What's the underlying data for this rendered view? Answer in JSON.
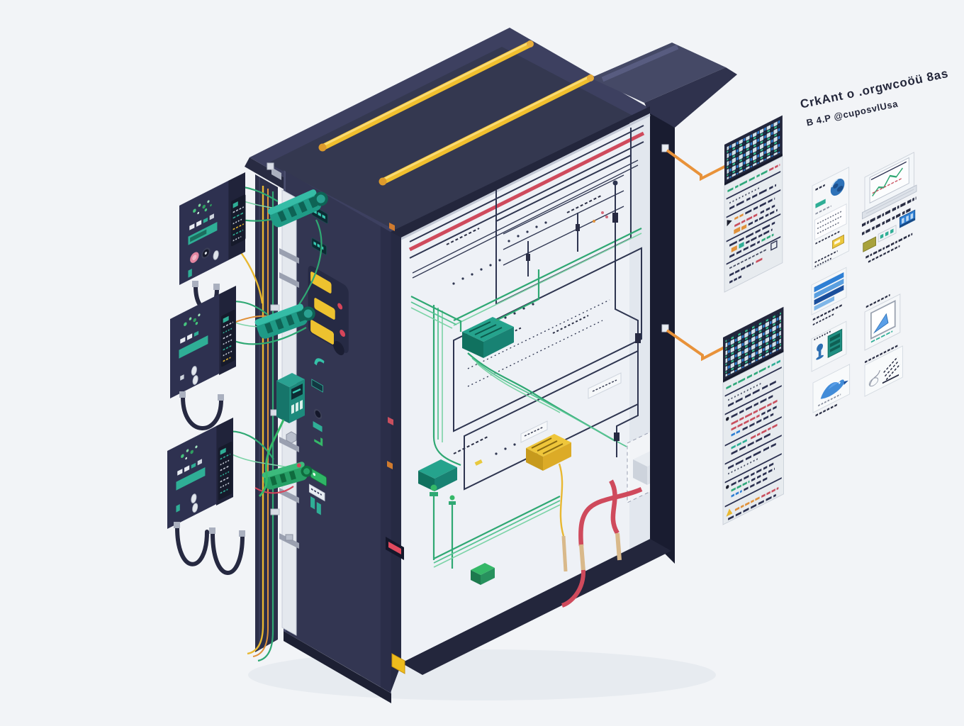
{
  "annotation": {
    "line1": "CrkAnt o .orgwcoöü 8as",
    "line2": "B 4.P @cuposvlUsa"
  },
  "palette": {
    "background": "#f2f4f7",
    "cabinet_navy": "#333652",
    "cabinet_navy_dark": "#23263c",
    "cabinet_top": "#3d4060",
    "panel_light": "#eef1f6",
    "schematic_ink": "#2e3550",
    "accent_red": "#cf4a5c",
    "accent_green": "#2fa873",
    "accent_teal": "#1f9a86",
    "accent_yellow": "#f0bf2e",
    "accent_orange": "#e8923a",
    "accent_blue": "#2e7fd4"
  },
  "scene": {
    "subject": "isometric industrial control cabinet with internal wiring schematic, three external drive units, two checklist panels with keypad headers, and a column of spec thumbnail cards",
    "cabinet": {
      "top_rails": 2,
      "door_rocker_buttons": 3,
      "door_displays": 2,
      "door_indicator_color": "#e04a5e"
    },
    "drive_units": [
      "drive-unit-1",
      "drive-unit-2",
      "drive-unit-3"
    ],
    "checklist_panels": [
      "checklist-panel-1",
      "checklist-panel-2"
    ],
    "thumbnails": [
      "spec-card-globe",
      "laptop-chart-card",
      "component-chips",
      "caption-strip",
      "blue-striped-card",
      "teal-component-card",
      "bird-sketch-card",
      "square-diagram-card",
      "equipment-sketch-card",
      "yellow-chip-card"
    ]
  }
}
